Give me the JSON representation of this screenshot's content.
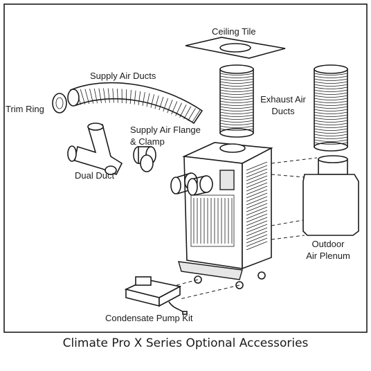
{
  "labels": {
    "ceiling_tile": "Ceiling Tile",
    "supply_air_ducts": "Supply Air Ducts",
    "trim_ring": "Trim Ring",
    "exhaust_air_ducts_line1": "Exhaust Air",
    "exhaust_air_ducts_line2": "Ducts",
    "supply_air_flange_line1": "Supply Air Flange",
    "supply_air_flange_line2": "& Clamp",
    "dual_duct": "Dual Duct",
    "outdoor_air_plenum_line1": "Outdoor",
    "outdoor_air_plenum_line2": "Air Plenum",
    "condensate_pump_kit": "Condensate Pump Kit"
  },
  "caption": "Climate Pro X Series Optional Accessories"
}
